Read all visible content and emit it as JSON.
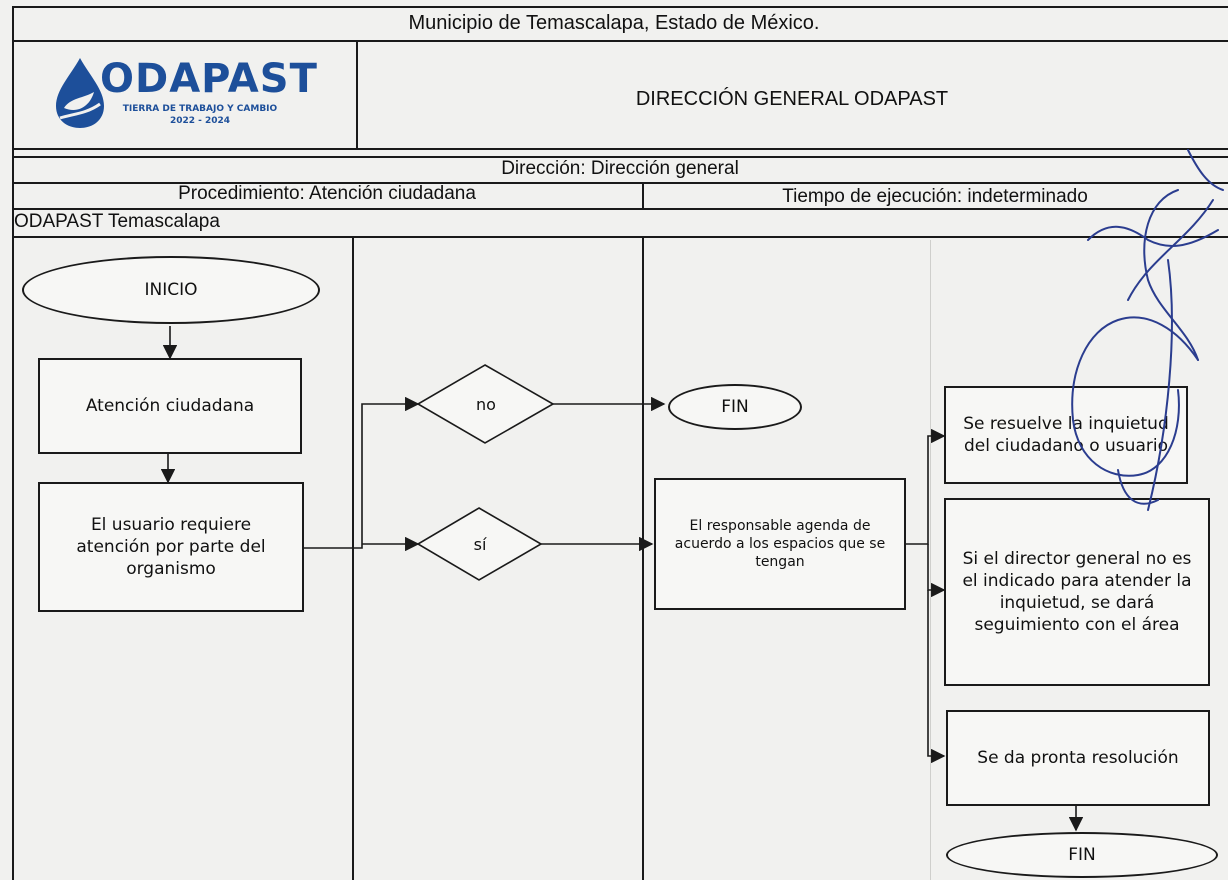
{
  "header": {
    "municipality": "Municipio de Temascalapa, Estado de México.",
    "logo": {
      "name": "ODAPAST",
      "tagline": "TIERRA DE TRABAJO Y CAMBIO",
      "years": "2022 - 2024"
    },
    "department_title": "DIRECCIÓN GENERAL ODAPAST",
    "direction": "Dirección: Dirección general",
    "procedure": "Procedimiento: Atención ciudadana",
    "execution_time": "Tiempo de ejecución: indeterminado",
    "lane_label": "ODAPAST Temascalapa"
  },
  "flow": {
    "start": "INICIO",
    "step_attention": "Atención ciudadana",
    "step_user_requires": "El usuario requiere atención por parte del organismo",
    "decision_no": "no",
    "decision_yes": "sí",
    "end_after_no": "FIN",
    "step_schedule": "El responsable agenda de acuerdo a los espacios que se tengan",
    "outcome_resolved": "Se resuelve la inquietud del ciudadano o usuario",
    "outcome_followup": "Si el director general no es el indicado para atender la inquietud, se dará seguimiento con el área",
    "outcome_prompt": "Se da pronta resolución",
    "end_final": "FIN"
  },
  "colors": {
    "logo_blue": "#1d4f9a",
    "signature_blue": "#2b3d8f",
    "ink": "#1a1a1a"
  }
}
